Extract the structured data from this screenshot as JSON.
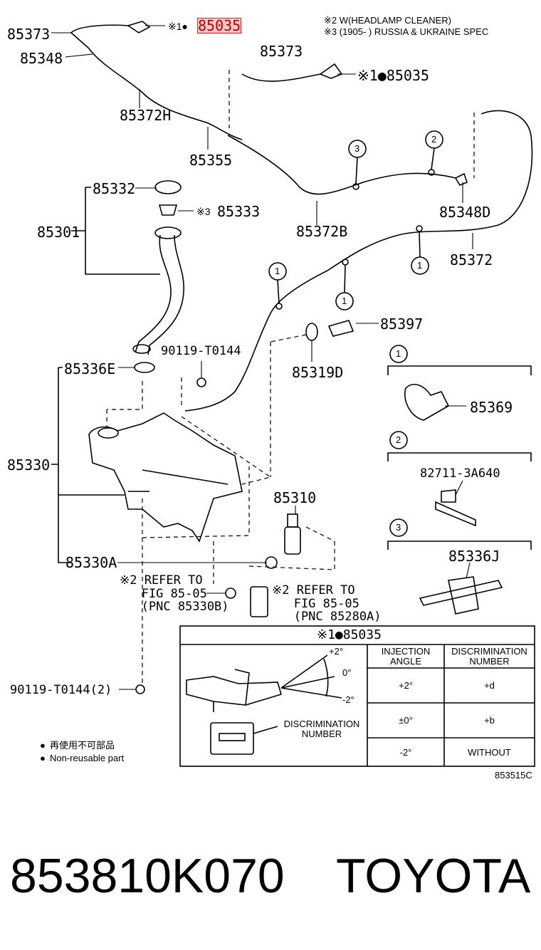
{
  "header_notes": {
    "line1": "※2 W(HEADLAMP CLEANER)",
    "line2": "※3 (1905-      ) RUSSIA & UKRAINE SPEC"
  },
  "parts": {
    "p85373_a": "85373",
    "p85035_a": "85035",
    "mark_a": "※1●",
    "p85348": "85348",
    "p85373_b": "85373",
    "mark_b": "※1●85035",
    "p85372H": "85372H",
    "p85355": "85355",
    "p85332": "85332",
    "p85333": "85333",
    "mark_c": "※3",
    "p85301": "85301",
    "p85372B": "85372B",
    "p85348D": "85348D",
    "p85372": "85372",
    "p90119a": "90119-T0144",
    "p85397": "85397",
    "p85319D": "85319D",
    "p85336E": "85336E",
    "p85330": "85330",
    "p85310": "85310",
    "p85330A": "85330A",
    "p90119b": "90119-T0144(2)",
    "p85369": "85369",
    "p82711": "82711-3A640",
    "p85336J": "85336J"
  },
  "callouts": [
    "1",
    "2",
    "3"
  ],
  "refer_left": "※2 REFER TO\n   FIG 85-05\n   (PNC 85330B)",
  "refer_right": "※2 REFER TO\n   FIG 85-05\n   (PNC 85280A)",
  "table": {
    "title": "※1●85035",
    "head_angle": "INJECTION\nANGLE",
    "head_disc": "DISCRIMINATION\nNUMBER",
    "rows": [
      {
        "angle": "+2°",
        "disc": "+d"
      },
      {
        "angle": "±0°",
        "disc": "+b"
      },
      {
        "angle": "-2°",
        "disc": "WITHOUT"
      }
    ],
    "angle_plus": "+2°",
    "angle_zero": "0°",
    "angle_minus": "-2°",
    "disc_label": "DISCRIMINATION\nNUMBER"
  },
  "legend": {
    "jp": "再使用不可部品",
    "en": "Non-reusable part"
  },
  "diagram_code": "853515C",
  "footer": {
    "part_number": "853810K070",
    "brand": "TOYOTA"
  }
}
